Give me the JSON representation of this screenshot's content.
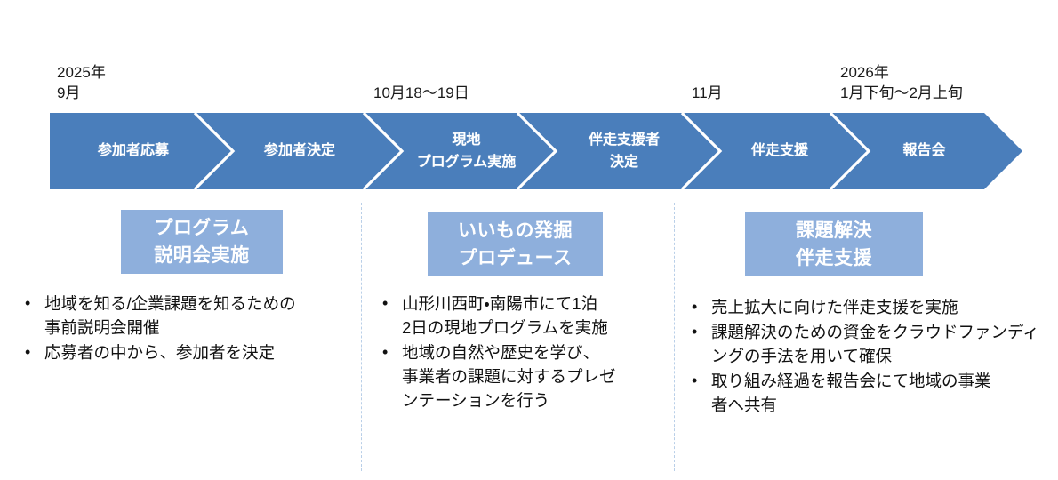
{
  "theme": {
    "chevron_fill": "#4a7ebb",
    "chevron_separator": "#ffffff",
    "phase_box_fill": "#8eafdc",
    "phase_box_text": "#ffffff",
    "divider_color": "#b9cfe8",
    "body_text": "#111111",
    "background": "#ffffff"
  },
  "timeline": {
    "dates": [
      {
        "text": "2025年\n9月"
      },
      {
        "text": "10月18〜19日"
      },
      {
        "text": "11月"
      },
      {
        "text": "2026年\n1月下旬〜2月上旬"
      }
    ],
    "steps": [
      {
        "label": "参加者応募"
      },
      {
        "label": "参加者決定"
      },
      {
        "label": "現地\nプログラム実施"
      },
      {
        "label": "伴走支援者\n決定"
      },
      {
        "label": "伴走支援"
      },
      {
        "label": "報告会"
      }
    ]
  },
  "phases": [
    {
      "title": "プログラム\n説明会実施",
      "bullets": [
        "地域を知る/企業課題を知るための\n事前説明会開催",
        "応募者の中から、参加者を決定"
      ]
    },
    {
      "title": "いいもの発掘\nプロデュース",
      "bullets": [
        "山形川西町・南陽市にて1泊\n2日の現地プログラムを実施",
        "地域の自然や歴史を学び、\n事業者の課題に対するプレゼ\nンテーションを行う"
      ]
    },
    {
      "title": "課題解決\n伴走支援",
      "bullets": [
        "売上拡大に向けた伴走支援を実施",
        "課題解決のための資金をクラウドファンディ\nングの手法を用いて確保",
        "取り組み経過を報告会にて地域の事業\n者へ共有"
      ]
    }
  ],
  "bullet_marker": "•"
}
